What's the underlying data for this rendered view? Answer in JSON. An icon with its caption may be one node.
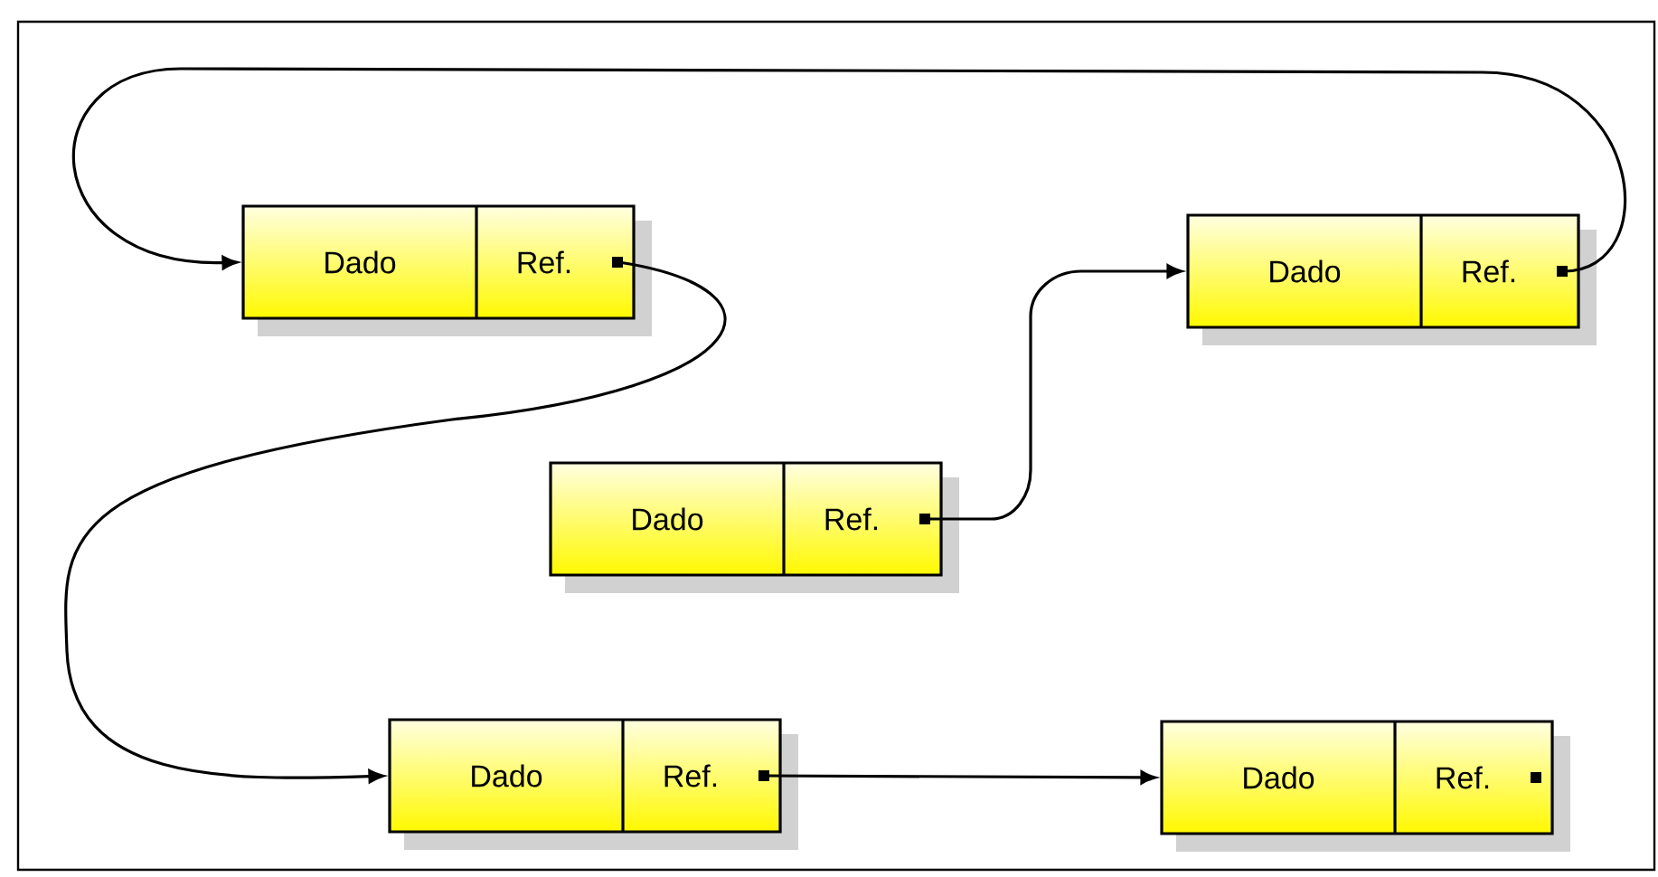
{
  "diagram": {
    "nodes": [
      {
        "text": [
          "Dado",
          "Ref."
        ]
      },
      {
        "text": [
          "Dado",
          "Ref."
        ]
      },
      {
        "text": [
          "Dado",
          "Ref."
        ]
      },
      {
        "text": [
          "Dado",
          "Ref."
        ]
      },
      {
        "text": [
          "Dado",
          "Ref."
        ]
      }
    ],
    "edges": [
      {
        "from": 2,
        "to": 1,
        "arrow": "to"
      },
      {
        "from": 1,
        "to": 0,
        "arrow": "to"
      },
      {
        "from": 0,
        "to": 3,
        "arrow": "to"
      },
      {
        "from": 3,
        "to": 4,
        "arrow": "to"
      }
    ]
  }
}
